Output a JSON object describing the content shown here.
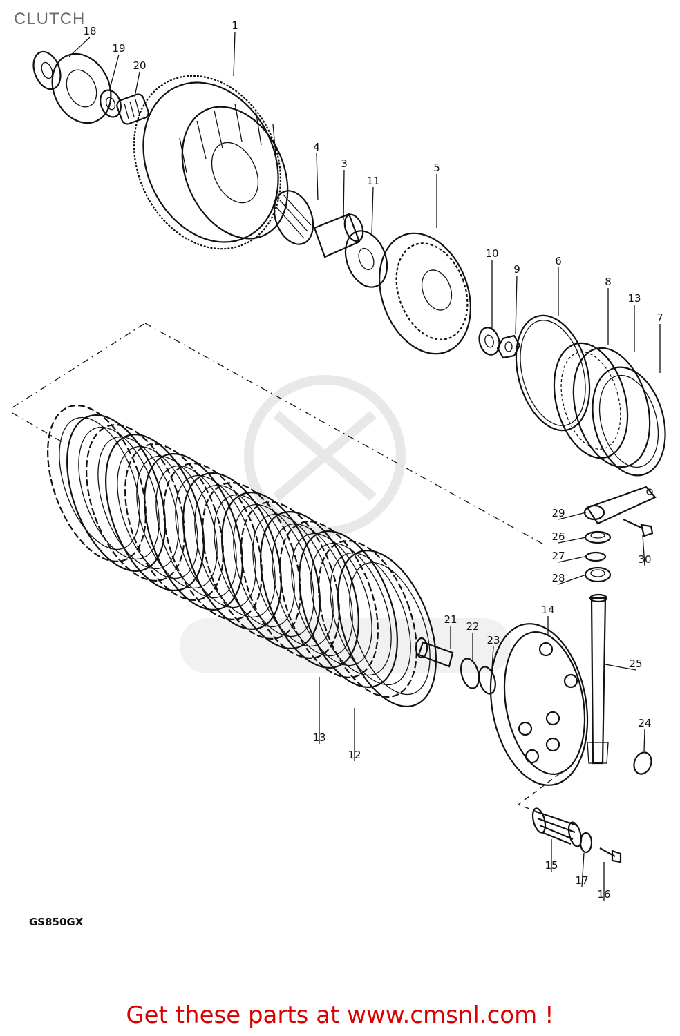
{
  "header": {
    "title": "CLUTCH"
  },
  "model_code": "GS850GX",
  "footer": {
    "link_text": "Get these parts at www.cmsnl.com !"
  },
  "callouts": [
    {
      "id": "c1",
      "label": "1"
    },
    {
      "id": "c18",
      "label": "18"
    },
    {
      "id": "c19",
      "label": "19"
    },
    {
      "id": "c20",
      "label": "20"
    },
    {
      "id": "c4",
      "label": "4"
    },
    {
      "id": "c3",
      "label": "3"
    },
    {
      "id": "c11",
      "label": "11"
    },
    {
      "id": "c5",
      "label": "5"
    },
    {
      "id": "c10",
      "label": "10"
    },
    {
      "id": "c9",
      "label": "9"
    },
    {
      "id": "c6",
      "label": "6"
    },
    {
      "id": "c8",
      "label": "8"
    },
    {
      "id": "c13a",
      "label": "13"
    },
    {
      "id": "c7",
      "label": "7"
    },
    {
      "id": "c29",
      "label": "29"
    },
    {
      "id": "c26",
      "label": "26"
    },
    {
      "id": "c27",
      "label": "27"
    },
    {
      "id": "c28",
      "label": "28"
    },
    {
      "id": "c30",
      "label": "30"
    },
    {
      "id": "c14",
      "label": "14"
    },
    {
      "id": "c21",
      "label": "21"
    },
    {
      "id": "c22",
      "label": "22"
    },
    {
      "id": "c23",
      "label": "23"
    },
    {
      "id": "c25",
      "label": "25"
    },
    {
      "id": "c24",
      "label": "24"
    },
    {
      "id": "c13b",
      "label": "13"
    },
    {
      "id": "c12",
      "label": "12"
    },
    {
      "id": "c15",
      "label": "15"
    },
    {
      "id": "c17",
      "label": "17"
    },
    {
      "id": "c16",
      "label": "16"
    }
  ]
}
